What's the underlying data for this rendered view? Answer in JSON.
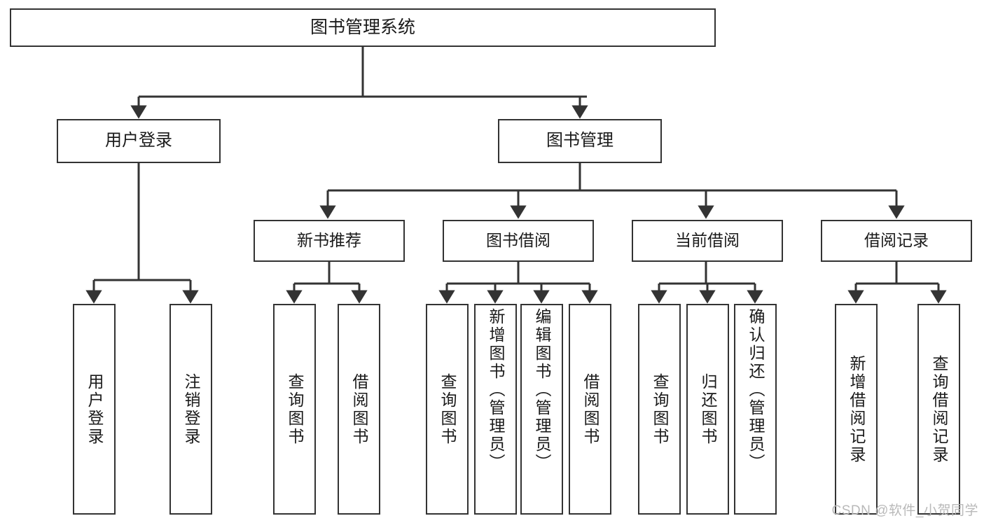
{
  "diagram": {
    "title": "图书管理系统",
    "type": "tree-hierarchy",
    "watermark": "CSDN @软件_小贺同学",
    "colors": {
      "border": "#333333",
      "fill": "#ffffff",
      "text": "#1a1a1a",
      "edge": "#333333",
      "watermark": "#b9b9b9"
    },
    "root": {
      "label": "图书管理系统"
    },
    "level2": [
      {
        "label": "用户登录"
      },
      {
        "label": "图书管理"
      }
    ],
    "level3": [
      {
        "label": "新书推荐"
      },
      {
        "label": "图书借阅"
      },
      {
        "label": "当前借阅"
      },
      {
        "label": "借阅记录"
      }
    ],
    "leaves": {
      "user_login": [
        {
          "label": "用户登录"
        },
        {
          "label": "注销登录"
        }
      ],
      "new_book_recommend": [
        {
          "label": "查询图书"
        },
        {
          "label": "借阅图书"
        }
      ],
      "book_borrow": [
        {
          "label": "查询图书"
        },
        {
          "label": "新增图书（管理员）"
        },
        {
          "label": "编辑图书（管理员）"
        },
        {
          "label": "借阅图书"
        }
      ],
      "current_borrow": [
        {
          "label": "查询图书"
        },
        {
          "label": "归还图书"
        },
        {
          "label": "确认归还（管理员）"
        }
      ],
      "borrow_record": [
        {
          "label": "新增借阅记录"
        },
        {
          "label": "查询借阅记录"
        }
      ]
    }
  }
}
